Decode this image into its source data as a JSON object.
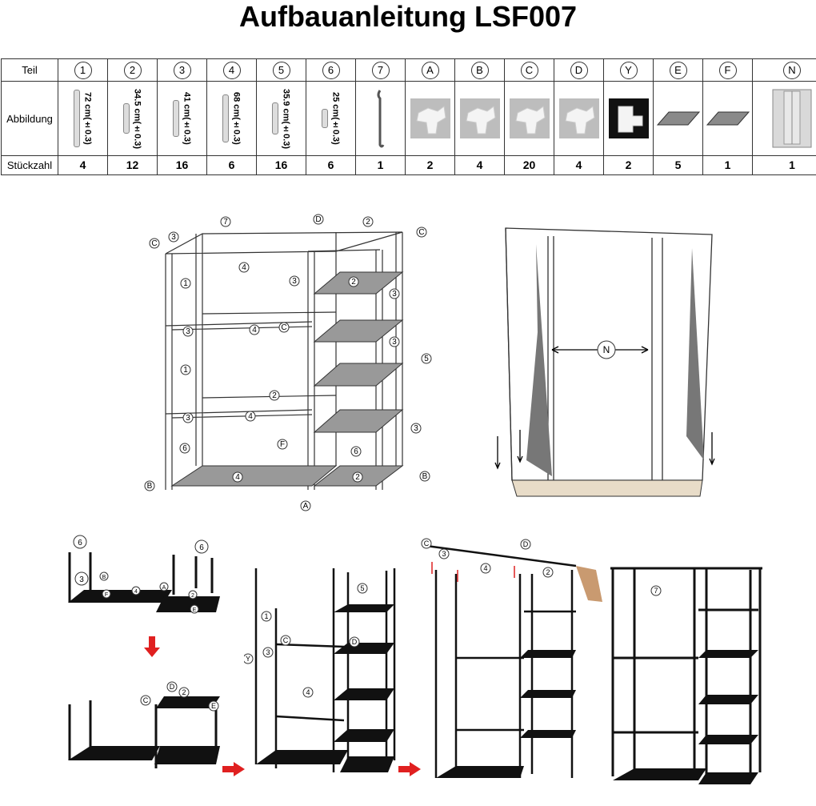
{
  "title": "Aufbauanleitung LSF007",
  "table": {
    "row_labels": {
      "part": "Teil",
      "image": "Abbildung",
      "qty": "Stückzahl"
    },
    "parts": [
      {
        "id": "1",
        "dim": "72 cm(±0.3)",
        "qty": "4"
      },
      {
        "id": "2",
        "dim": "34.5 cm(±0.3)",
        "qty": "12"
      },
      {
        "id": "3",
        "dim": "41 cm(±0.3)",
        "qty": "16"
      },
      {
        "id": "4",
        "dim": "68 cm(±0.3)",
        "qty": "6"
      },
      {
        "id": "5",
        "dim": "35.9 cm(±0.3)",
        "qty": "16"
      },
      {
        "id": "6",
        "dim": "25 cm(±0.3)",
        "qty": "6"
      },
      {
        "id": "7",
        "dim": "",
        "qty": "1"
      },
      {
        "id": "A",
        "dim": "",
        "qty": "2"
      },
      {
        "id": "B",
        "dim": "",
        "qty": "4"
      },
      {
        "id": "C",
        "dim": "",
        "qty": "20"
      },
      {
        "id": "D",
        "dim": "",
        "qty": "4"
      },
      {
        "id": "Y",
        "dim": "",
        "qty": "2"
      },
      {
        "id": "E",
        "dim": "",
        "qty": "5"
      },
      {
        "id": "F",
        "dim": "",
        "qty": "1"
      },
      {
        "id": "N",
        "dim": "",
        "qty": "1"
      }
    ]
  },
  "diagram_labels": {
    "frame": {
      "c1": "C",
      "n3a": "3",
      "n7": "7",
      "d1": "D",
      "n2a": "2",
      "c2": "C",
      "n4a": "4",
      "n1a": "1",
      "n3b": "3",
      "n2b": "2",
      "n4b": "4",
      "n3c": "3",
      "c3": "C",
      "n3d": "3",
      "n1b": "1",
      "n5": "5",
      "n3e": "3",
      "n2c": "2",
      "n4c": "4",
      "n3f": "3",
      "n6a": "6",
      "f": "F",
      "n6b": "6",
      "n3g": "3",
      "b1": "B",
      "n4d": "4",
      "n2d": "2",
      "b2": "B",
      "a1": "A"
    },
    "cover": {
      "n": "N"
    },
    "step1": {
      "n6a": "6",
      "n6b": "6",
      "n3": "3",
      "b": "B",
      "a": "A",
      "f": "F",
      "n4": "4",
      "e": "E",
      "n2": "2"
    },
    "step2": {
      "c": "C",
      "d": "D",
      "n2": "2",
      "e": "E"
    },
    "step3": {
      "n5": "5",
      "c": "C",
      "n1": "1",
      "y": "Y",
      "n3": "3",
      "n4": "4",
      "d": "D"
    },
    "step4": {
      "c": "C",
      "n3": "3",
      "d": "D",
      "n2": "2",
      "n4": "4"
    },
    "step5": {
      "n7": "7"
    }
  }
}
